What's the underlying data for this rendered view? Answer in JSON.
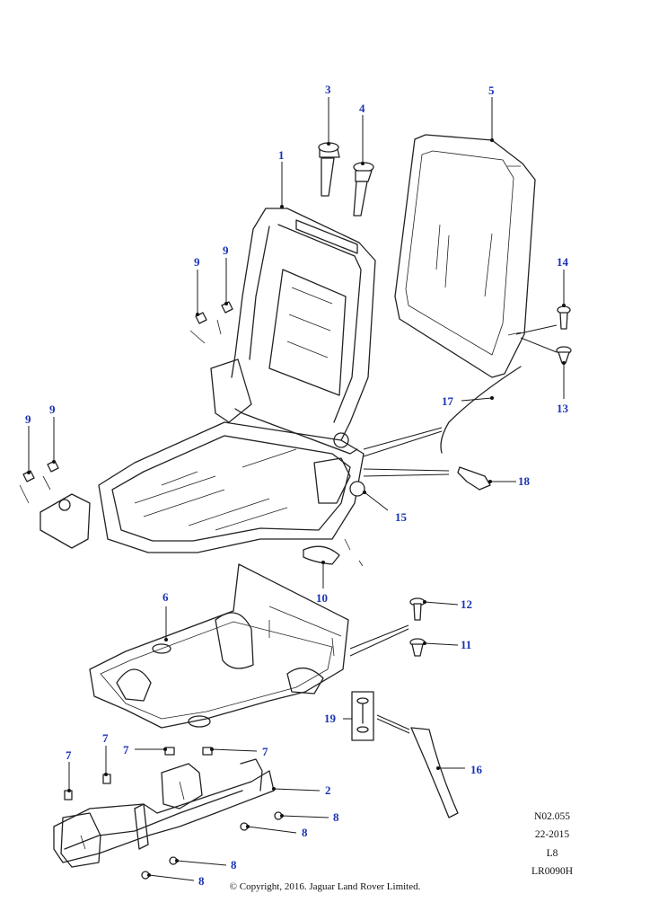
{
  "callouts": {
    "c1": "1",
    "c2": "2",
    "c3": "3",
    "c4": "4",
    "c5": "5",
    "c6": "6",
    "c7a": "7",
    "c7b": "7",
    "c7c": "7",
    "c7d": "7",
    "c8a": "8",
    "c8b": "8",
    "c8c": "8",
    "c8d": "8",
    "c9a": "9",
    "c9b": "9",
    "c9c": "9",
    "c9d": "9",
    "c10": "10",
    "c11": "11",
    "c12": "12",
    "c13": "13",
    "c14": "14",
    "c15": "15",
    "c16": "16",
    "c17": "17",
    "c18": "18",
    "c19": "19"
  },
  "info": {
    "ref_code": "N02.055",
    "date_code": "22-2015",
    "level": "L8",
    "illustration_id": "LR0090H"
  },
  "copyright": "© Copyright, 2016. Jaguar Land Rover Limited.",
  "colors": {
    "callout": "#1b33b5",
    "line": "#222222",
    "background": "#ffffff"
  }
}
